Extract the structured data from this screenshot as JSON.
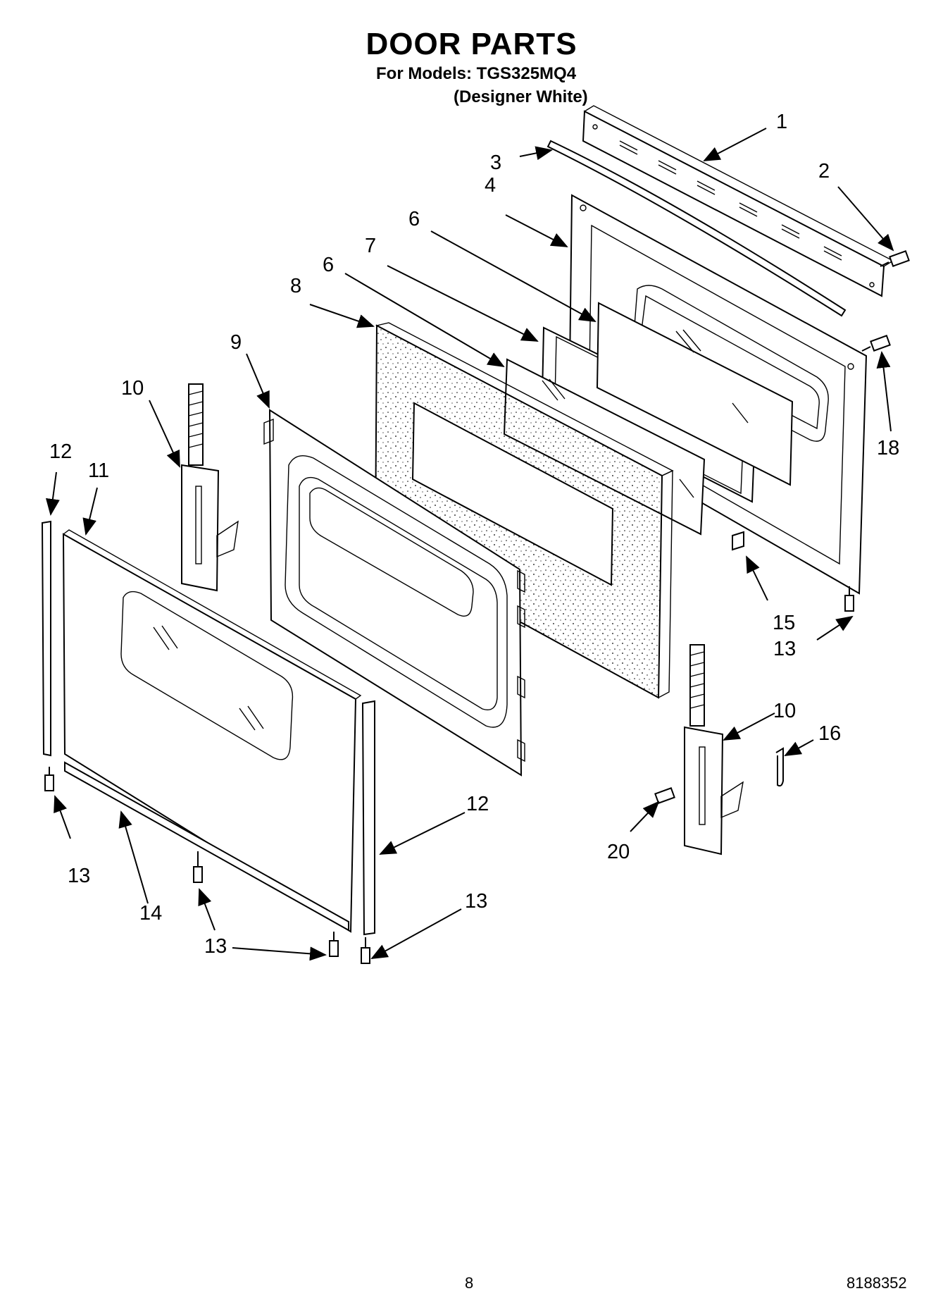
{
  "header": {
    "title": "DOOR PARTS",
    "models_line": "For Models: TGS325MQ4",
    "color_line": "(Designer White)"
  },
  "callouts": [
    "1",
    "2",
    "3",
    "4",
    "6",
    "7",
    "6",
    "8",
    "9",
    "10",
    "12",
    "11",
    "18",
    "15",
    "13",
    "10",
    "16",
    "12",
    "20",
    "13",
    "14",
    "13",
    "13"
  ],
  "footer": {
    "page_number": "8",
    "document_number": "8188352"
  }
}
